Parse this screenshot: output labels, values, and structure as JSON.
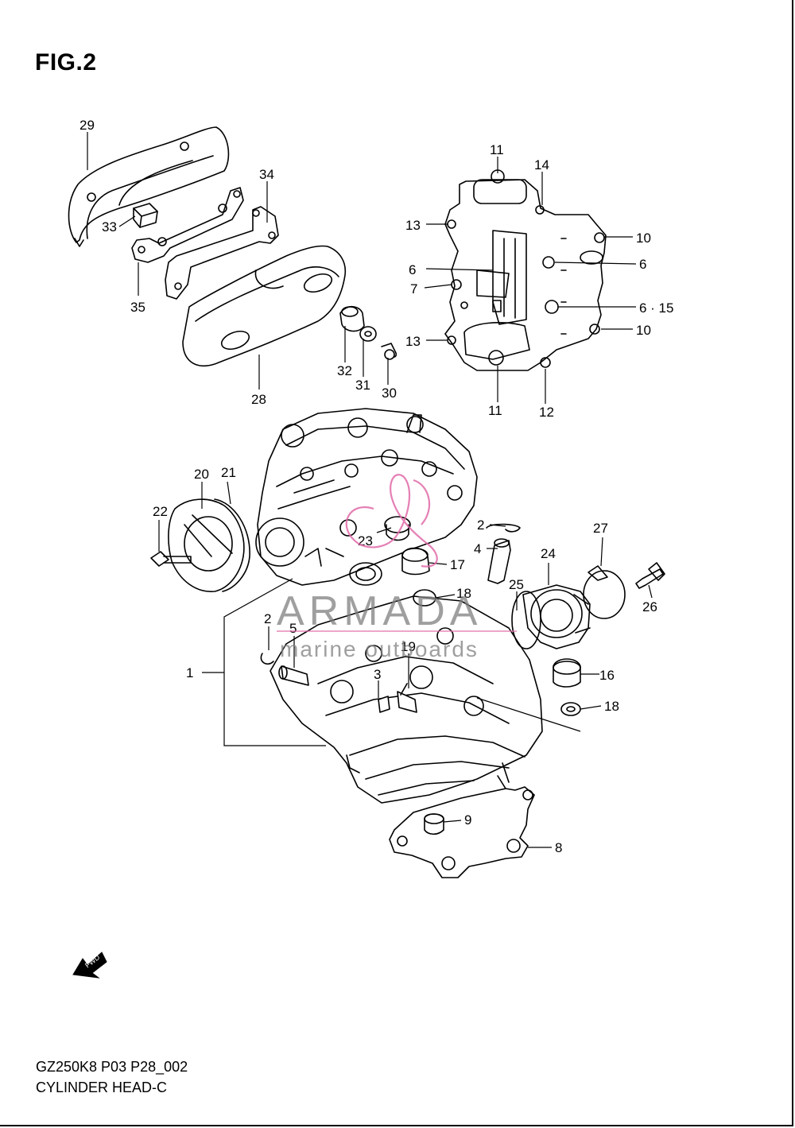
{
  "figure": {
    "title": "FIG.2",
    "model_code": "GZ250K8 P03 P28_002",
    "section_name": "CYLINDER HEAD-C"
  },
  "watermark": {
    "brand": "ARMADA",
    "tagline": "marine outboards",
    "accent_color": "#e06aa8",
    "text_color": "#7f7f7f"
  },
  "fwd_arrow": {
    "label": "FWD"
  },
  "callouts": {
    "c29": "29",
    "c34": "34",
    "c33": "33",
    "c35": "35",
    "c28": "28",
    "c32": "32",
    "c31": "31",
    "c30": "30",
    "c11a": "11",
    "c14": "14",
    "c13a": "13",
    "c10a": "10",
    "c6a": "6",
    "c6b": "6",
    "c7": "7",
    "c615": "6 · 15",
    "c13b": "13",
    "c10b": "10",
    "c11b": "11",
    "c12": "12",
    "c20": "20",
    "c21": "21",
    "c22": "22",
    "c23": "23",
    "c17": "17",
    "c2a": "2",
    "c4": "4",
    "c24": "24",
    "c27": "27",
    "c26": "26",
    "c25": "25",
    "c18a": "18",
    "c2b": "2",
    "c5": "5",
    "c19": "19",
    "c3": "3",
    "c1": "1",
    "c16": "16",
    "c18b": "18",
    "c9": "9",
    "c8": "8"
  }
}
